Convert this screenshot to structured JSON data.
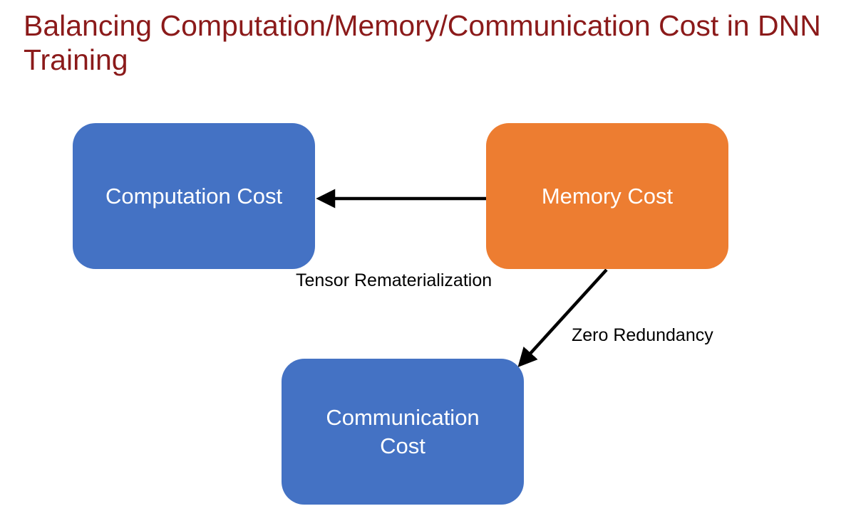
{
  "slide": {
    "title": "Balancing Computation/Memory/Communication Cost in DNN Training"
  },
  "nodes": [
    {
      "id": "computation",
      "label": "Computation Cost",
      "color": "#4472c4"
    },
    {
      "id": "memory",
      "label": "Memory Cost",
      "color": "#ed7d31"
    },
    {
      "id": "communication",
      "label": "Communication\nCost",
      "color": "#4472c4"
    }
  ],
  "edges": [
    {
      "from": "memory",
      "to": "computation",
      "label": "Tensor Rematerialization"
    },
    {
      "from": "memory",
      "to": "communication",
      "label": "Zero Redundancy"
    }
  ],
  "colors": {
    "title": "#8b1a1a",
    "arrow": "#000000",
    "node_text": "#ffffff"
  }
}
